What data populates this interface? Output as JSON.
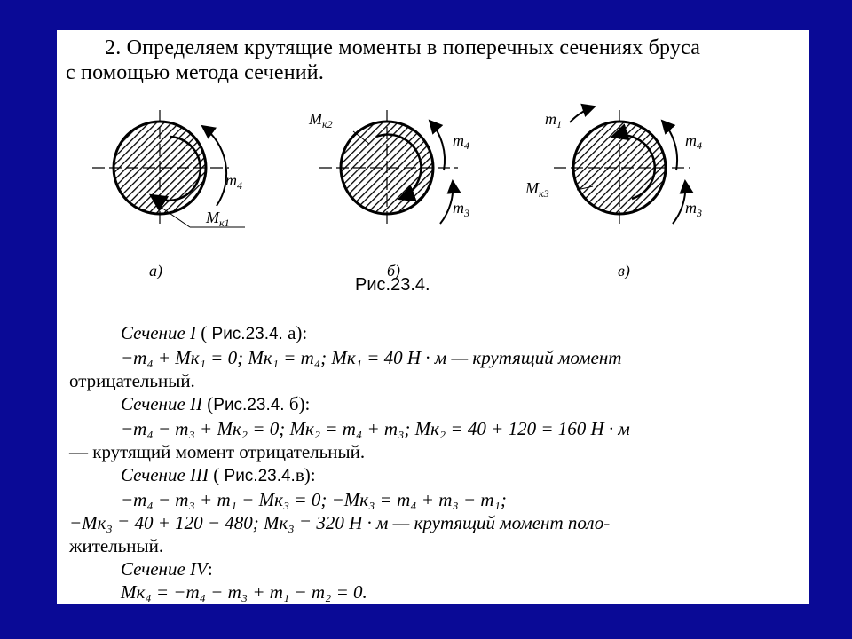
{
  "intro": {
    "line1": "2. Определяем крутящие моменты в поперечных сечениях бруса",
    "line2": "с помощью метода сечений."
  },
  "figure": {
    "caption": "Рис.23.4.",
    "panels": [
      {
        "letter": "а)",
        "labels": {
          "m4": "m",
          "m4_sub": "4",
          "Mk": "M",
          "Mk_sub": "к1"
        }
      },
      {
        "letter": "б)",
        "labels": {
          "Mk": "M",
          "Mk_sub": "к2",
          "m4": "m",
          "m4_sub": "4",
          "m3": "m",
          "m3_sub": "3"
        }
      },
      {
        "letter": "в)",
        "labels": {
          "m1": "m",
          "m1_sub": "1",
          "Mk": "M",
          "Mk_sub": "к3",
          "m4": "m",
          "m4_sub": "4",
          "m3": "m",
          "m3_sub": "3"
        }
      }
    ]
  },
  "sections": [
    {
      "title": "Сечение I",
      "ref_open": "( ",
      "ref": "Рис.23.4.",
      "ref_close": " а):",
      "lines": [
        "−m₄ + Mк₁ = 0; Mк₁ = m₄; Mк₁ = 40 Н · м — крутящий момент",
        "отрицательный."
      ]
    },
    {
      "title": "Сечение II",
      "ref_open": "(",
      "ref": "Рис.23.4.",
      "ref_close": " б):",
      "lines": [
        "−m₄ − m₃ + Mк₂ = 0; Mк₂ = m₄ + m₃; Mк₂ = 40 + 120 = 160 Н · м",
        "— крутящий момент отрицательный."
      ]
    },
    {
      "title": "Сечение III",
      "ref_open": "( ",
      "ref": "Рис.23.4.",
      "ref_close": "в):",
      "lines": [
        "−m₄ − m₃ + m₁ − Mк₃ = 0; −Mк₃ = m₄ + m₃ − m₁;",
        "−Mк₃ = 40 + 120 − 480; Mк₃ = 320 Н · м — крутящий момент поло-",
        "жительный."
      ]
    },
    {
      "title": "Сечение IV",
      "ref_open": "",
      "ref": "",
      "ref_close": ":",
      "lines": [
        "Mк₄ = −m₄ − m₃ + m₁ − m₂ = 0."
      ]
    }
  ]
}
